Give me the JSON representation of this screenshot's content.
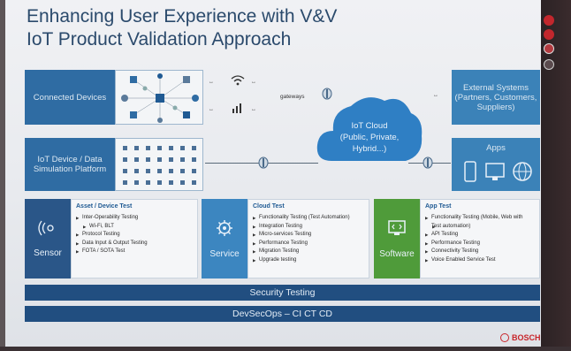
{
  "slide": {
    "title_line1": "Enhancing User Experience with V&V",
    "title_line2": "IoT Product Validation Approach"
  },
  "top_row": {
    "connected_devices": "Connected Devices",
    "gateways": "gateways",
    "iot_cloud_line1": "IoT Cloud",
    "iot_cloud_line2": "(Public, Private,",
    "iot_cloud_line3": "Hybrid...)",
    "external_systems_line1": "External Systems",
    "external_systems_line2": "(Partners, Customers,",
    "external_systems_line3": "Suppliers)"
  },
  "middle_row": {
    "iot_device_line1": "IoT Device / Data",
    "iot_device_line2": "Simulation Platform",
    "apps": "Apps"
  },
  "panels": {
    "sensor": {
      "label": "Sensor",
      "heading": "Asset / Device Test",
      "items": [
        "Inter-Operability Testing",
        "Wi-Fi, BLT",
        "Protocol Testing",
        "Data Input & Output Testing",
        "FOTA / SOTA Test"
      ]
    },
    "service": {
      "label": "Service",
      "heading": "Cloud Test",
      "items": [
        "Functionality Testing (Test Automation)",
        "Integration Testing",
        "Micro-services Testing",
        "Performance Testing",
        "Migration Testing",
        "Upgrade testing"
      ]
    },
    "software": {
      "label": "Software",
      "heading": "App Test",
      "items": [
        "Functionality Testing (Mobile, Web with",
        "Test automation)",
        "API Testing",
        "Performance Testing",
        "Connectivity Testing",
        "Voice Enabled Service Test"
      ]
    }
  },
  "bars": {
    "security": "Security Testing",
    "devsecops": "DevSecOps – CI CT CD"
  },
  "footer": {
    "brand": "BOSCH"
  },
  "colors": {
    "title": "#2b4a6c",
    "dark_blue": "#2f6ca3",
    "cloud_blue": "#2f7fc4",
    "green": "#4f9b3a",
    "bosch_red": "#c8242a"
  }
}
